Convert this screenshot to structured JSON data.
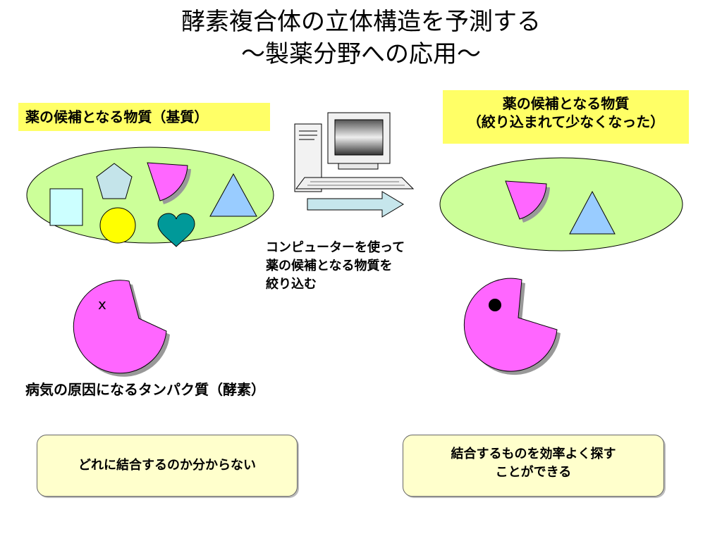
{
  "title": {
    "line1": "酵素複合体の立体構造を予測する",
    "line2": "～製薬分野への応用～"
  },
  "left": {
    "label": "薬の候補となる物質（基質）",
    "enzyme_mark": "x"
  },
  "right": {
    "label_line1": "薬の候補となる物質",
    "label_line2": "（絞り込まれて少なくなった）"
  },
  "computer": {
    "caption_line1": "コンピューターを使って",
    "caption_line2": "薬の候補となる物質を",
    "caption_line3": "絞り込む"
  },
  "enzyme_caption": "病気の原因になるタンパク質（酵素）",
  "results": {
    "left": "どれに結合するのか分からない",
    "right_line1": "結合するものを効率よく探す",
    "right_line2": "ことができる"
  },
  "colors": {
    "highlight": "#ffff66",
    "ellipse": "#ccff99",
    "enzyme": "#ff66ff",
    "result_box": "#ffffcc"
  }
}
